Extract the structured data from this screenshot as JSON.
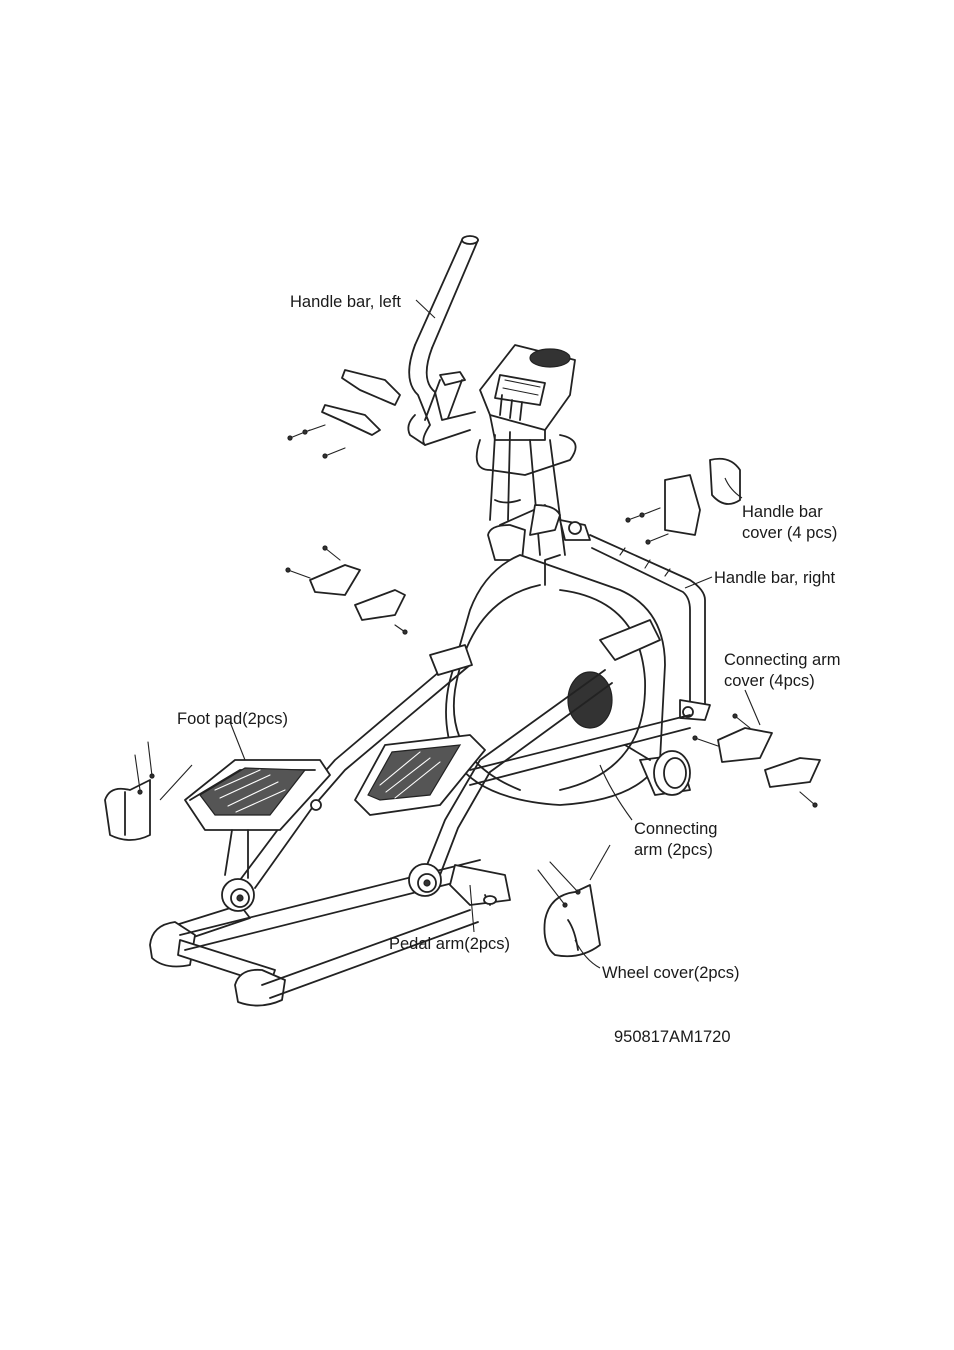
{
  "labels": {
    "handle_bar_left": "Handle bar, left",
    "handle_bar_cover_line1": "Handle bar",
    "handle_bar_cover_line2": "cover (4 pcs)",
    "handle_bar_right": "Handle bar, right",
    "connecting_arm_cover_line1": "Connecting arm",
    "connecting_arm_cover_line2": "cover (4pcs)",
    "foot_pad": "Foot pad(2pcs)",
    "connecting_arm_line1": "Connecting",
    "connecting_arm_line2": "arm (2pcs)",
    "pedal_arm": "Pedal arm(2pcs)",
    "wheel_cover": "Wheel cover(2pcs)"
  },
  "figure_code": "950817AM1720"
}
